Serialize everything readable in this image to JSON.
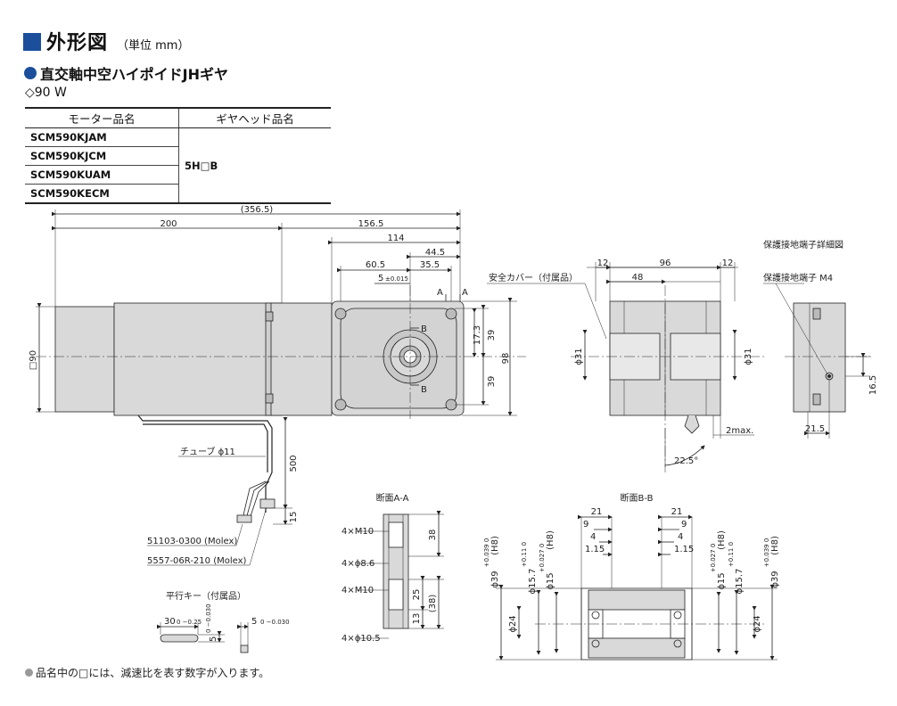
{
  "header": {
    "title": "外形図",
    "unit": "（単位 mm）",
    "product_name": "直交軸中空ハイポイドJHギヤ",
    "power": "◇90 W",
    "accent_color": "#1b4f9c"
  },
  "model_table": {
    "col_motor": "モーター品名",
    "col_gearhead": "ギヤヘッド品名",
    "motors": [
      "SCM590KJAM",
      "SCM590KJCM",
      "SCM590KUAM",
      "SCM590KECM"
    ],
    "gearhead": "5H□B"
  },
  "drawing": {
    "dims": {
      "total": "(356.5)",
      "motor_len": "200",
      "gear_len": "156.5",
      "d114": "114",
      "d44_5": "44.5",
      "d60_5": "60.5",
      "d35_5": "35.5",
      "d5": "5",
      "d5_tol": "±0.015",
      "sq90": "□90",
      "d17_3": "17.3",
      "d39a": "39",
      "d39b": "39",
      "d98": "98",
      "d500": "500",
      "d15": "15",
      "tube": "チューブ ϕ11",
      "molex1": "51103-0300 (Molex)",
      "molex2": "5557-06R-210 (Molex)",
      "secA": "A",
      "secB": "B"
    },
    "side": {
      "d12a": "12",
      "d96": "96",
      "d12b": "12",
      "d48": "48",
      "cover": "安全カバー（付属品）",
      "phi31a": "ϕ31",
      "phi31b": "ϕ31",
      "max2": "2max.",
      "angle": "22.5°"
    },
    "terminal": {
      "title": "保護接地端子詳細図",
      "label": "保護接地端子 M4",
      "d16_5": "16.5",
      "d21_5": "21.5"
    },
    "section_a": {
      "title": "断面A-A",
      "m10a": "4×M10",
      "phi8_6": "4×ϕ8.6",
      "m10b": "4×M10",
      "phi10_5": "4×ϕ10.5",
      "d38": "38",
      "d25": "25",
      "d13": "13",
      "d38p": "(38)"
    },
    "section_b": {
      "title": "断面B-B",
      "d21a": "21",
      "d21b": "21",
      "d9a": "9",
      "d9b": "9",
      "d4a": "4",
      "d4b": "4",
      "d1_15a": "1.15",
      "d1_15b": "1.15",
      "phi39": "ϕ39",
      "phi39_tol": "+0.039 0",
      "h8": "(H8)",
      "phi15_7": "ϕ15.7",
      "phi15_7_tol": "+0.11 0",
      "phi15": "ϕ15",
      "phi15_tol": "+0.027 0",
      "phi24": "ϕ24"
    },
    "key": {
      "title": "平行キー（付属品）",
      "d30": "30",
      "d30_tol": "0 −0.25",
      "d5a": "5",
      "d5a_tol": "0 −0.030",
      "d5b": "5",
      "d5b_tol": "0 −0.030"
    }
  },
  "footnote": "品名中の□には、減速比を表す数字が入ります。"
}
